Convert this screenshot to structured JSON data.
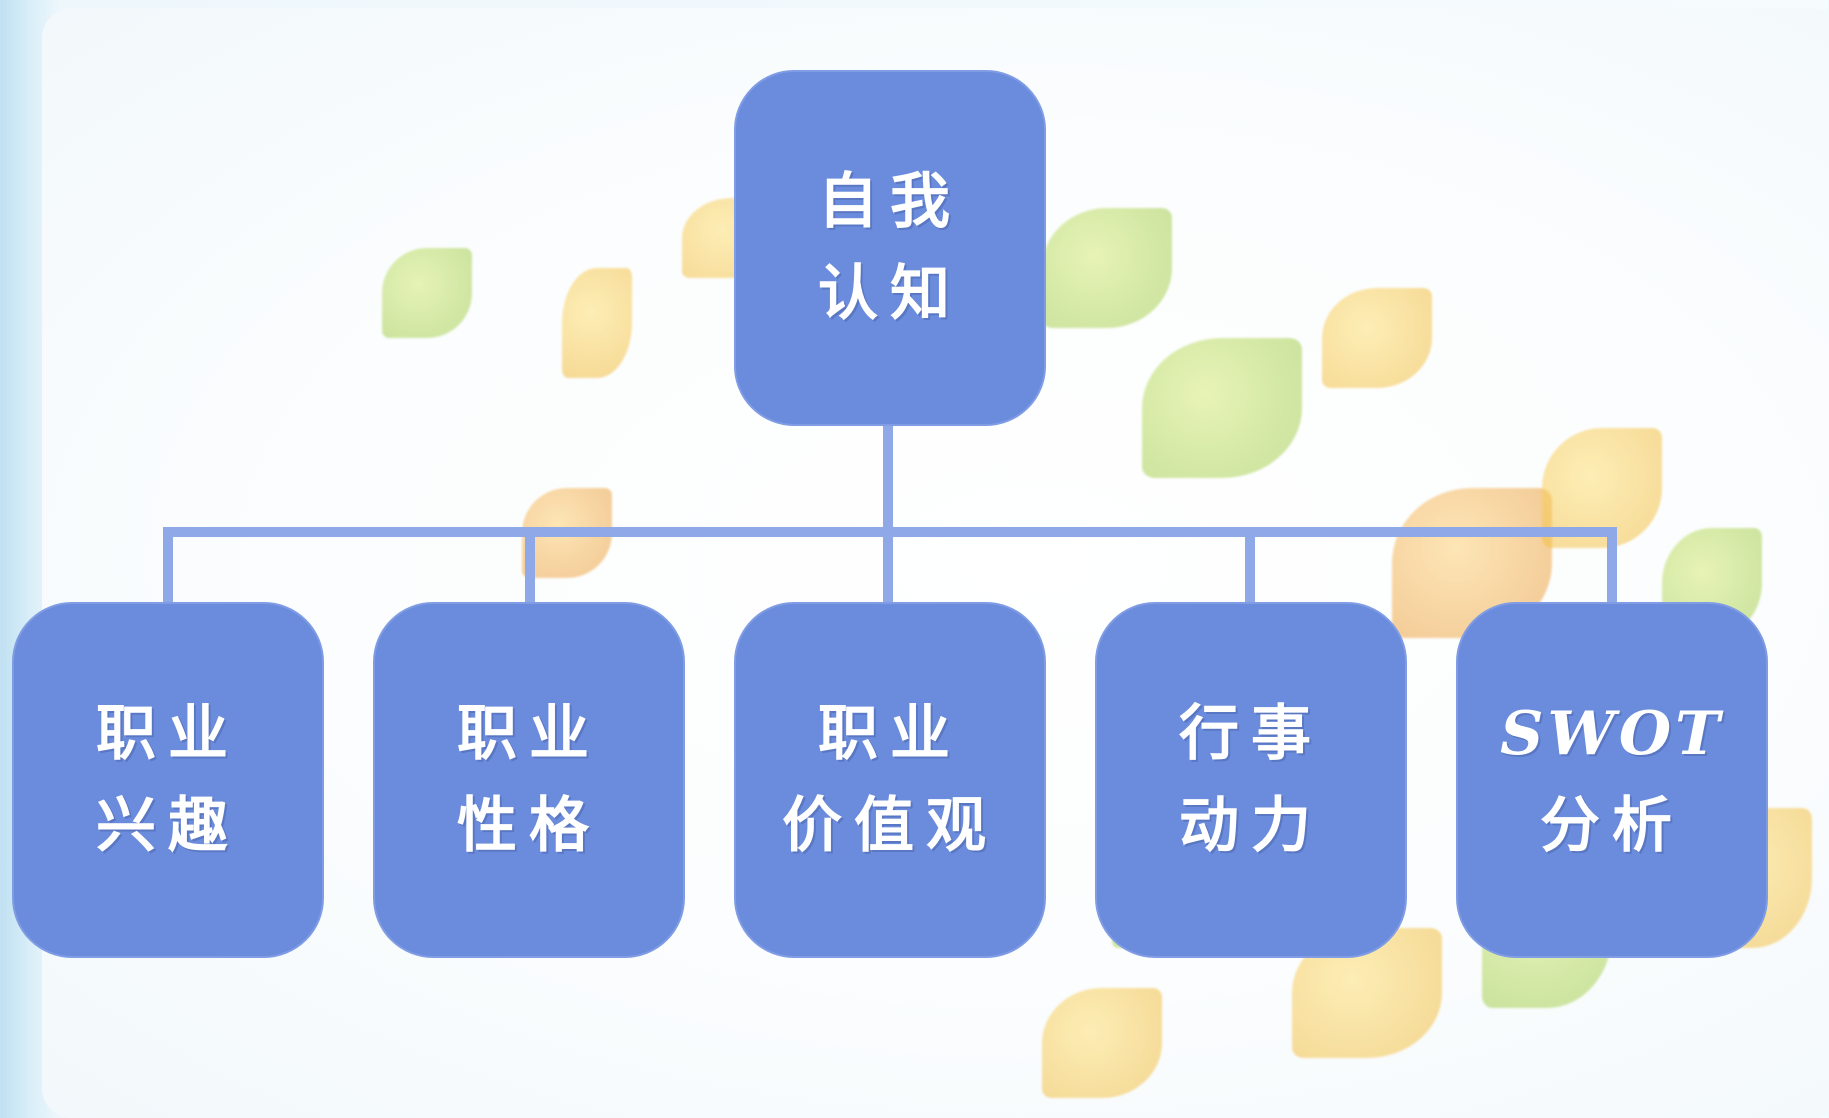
{
  "diagram": {
    "root": {
      "line1": "自我",
      "line2": "认知"
    },
    "children": [
      {
        "line1": "职业",
        "line2": "兴趣"
      },
      {
        "line1": "职业",
        "line2": "性格"
      },
      {
        "line1": "职业",
        "line2": "价值观"
      },
      {
        "line1": "行事",
        "line2": "动力"
      },
      {
        "line1": "SWOT",
        "line2": "分析"
      }
    ],
    "colors": {
      "node_fill": "#6b8cdc",
      "connector": "#8fa9e8",
      "text": "#ffffff"
    }
  }
}
